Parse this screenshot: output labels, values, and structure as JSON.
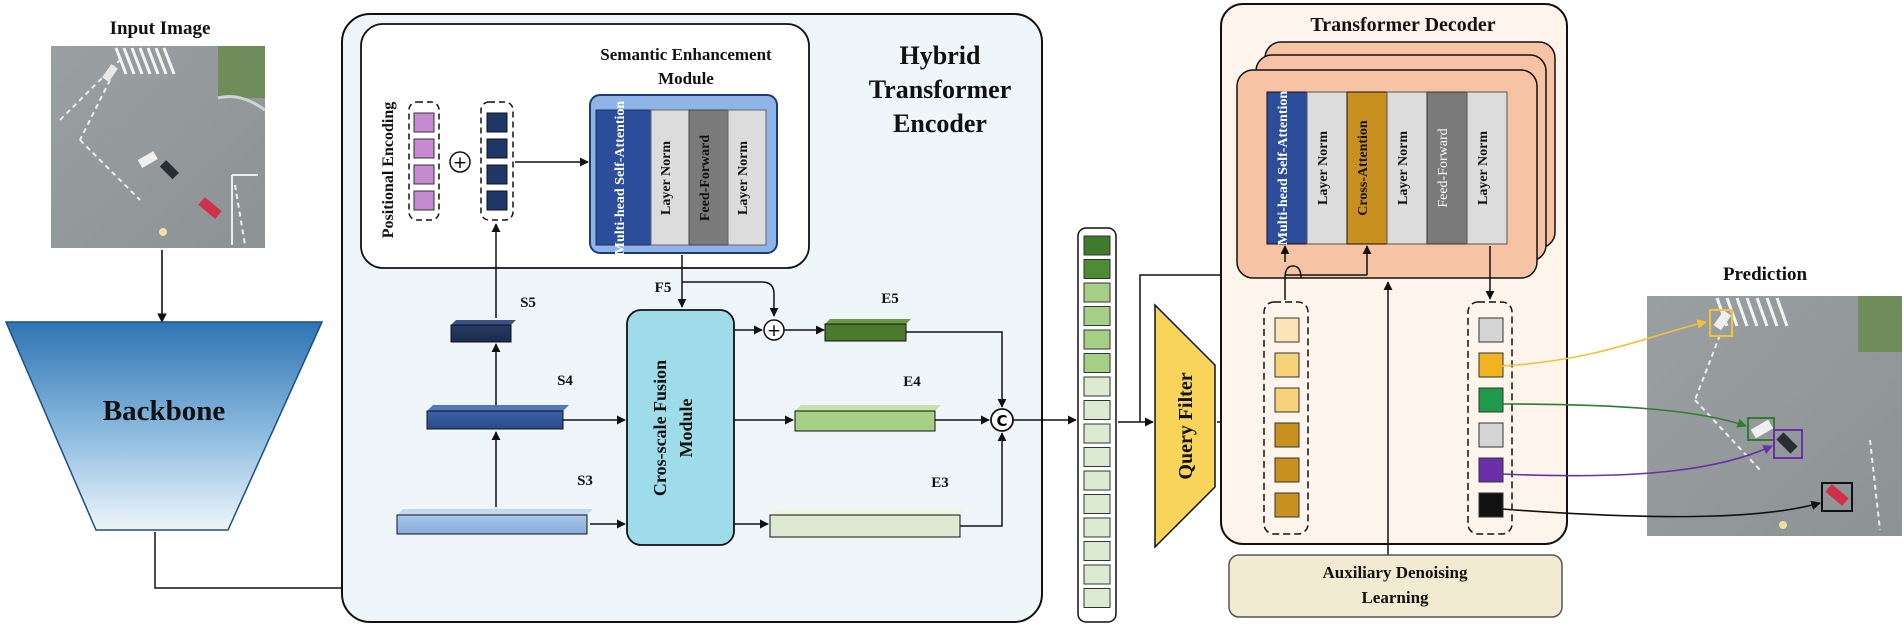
{
  "input_title": "Input Image",
  "backbone_label": "Backbone",
  "encoder": {
    "title_line1": "Hybrid",
    "title_line2": "Transformer",
    "title_line3": "Encoder",
    "sem_title_line1": "Semantic Enhancement",
    "sem_title_line2": "Module",
    "positional_encoding": "Positional Encoding",
    "attn_blocks": [
      "Multi-head Self-Attention",
      "Layer Norm",
      "Feed-Forward",
      "Layer Norm"
    ],
    "f5": "F5",
    "s5": "S5",
    "s4": "S4",
    "s3": "S3",
    "e5": "E5",
    "e4": "E4",
    "e3": "E3",
    "cross_scale_line1": "Cros-scale Fusion",
    "cross_scale_line2": "Module",
    "plus_symbol": "+",
    "concat_symbol": "C"
  },
  "query_filter": "Query Filter",
  "decoder": {
    "title": "Transformer Decoder",
    "blocks": [
      "Multi-head Self-Attention",
      "Layer Norm",
      "Cross-Attention",
      "Layer Norm",
      "Feed-Forward",
      "Layer Norm"
    ]
  },
  "denoising_line1": "Auxiliary Denoising",
  "denoising_line2": "Learning",
  "prediction_title": "Prediction",
  "colors": {
    "panel_fill": "#eef6fa",
    "decoder_fill": "#fdf4ec",
    "decoder_card": "#f6c4a4",
    "backbone_top": "#3f86c2",
    "backbone_bottom": "#e6f0f7",
    "fusion": "#9fdcea",
    "query_filter": "#f9d45a",
    "attention_navy": "#2c4e9a",
    "cross_attention_gold": "#c8901f",
    "feed_forward_gray": "#7a7a7a",
    "layer_norm_gray": "#dcdcdc"
  }
}
